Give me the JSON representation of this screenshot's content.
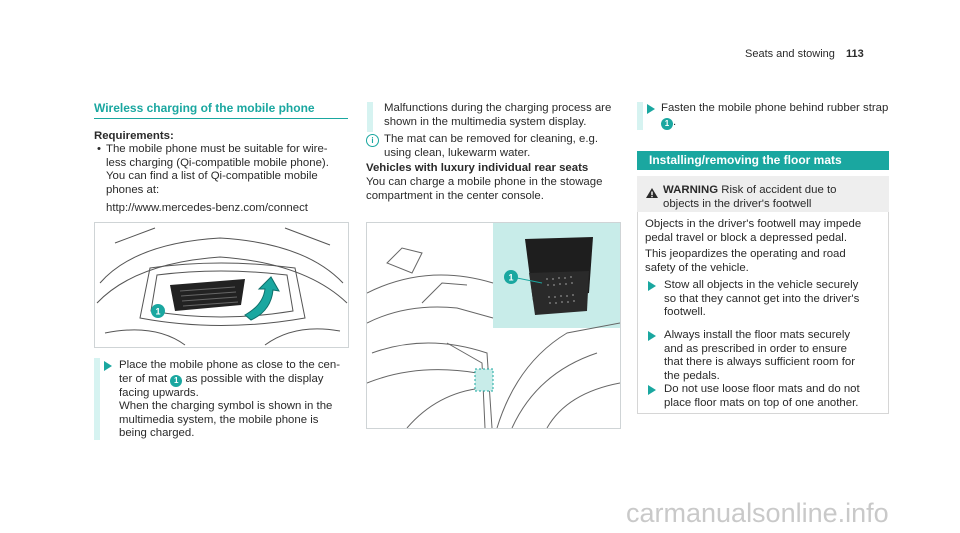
{
  "header": {
    "section": "Seats and stowing",
    "page": "113"
  },
  "col1": {
    "heading": "Wireless charging of the mobile phone",
    "req_title": "Requirements:",
    "req_bullet1": "The mobile phone must be suitable for wire-",
    "req_bullet1b": "less charging (Qi-compatible mobile phone).",
    "req_bullet1c": "You can find a list of Qi-compatible mobile",
    "req_bullet1d": "phones at:",
    "url": "http://www.mercedes-benz.com/connect",
    "step1_l1": "Place the mobile phone as close to the cen-",
    "step1_l2a": "ter of mat ",
    "step1_l2b": " as possible with the display",
    "step1_l3": "facing upwards.",
    "step1_l4": "When the charging symbol is shown in the",
    "step1_l5": "multimedia system, the mobile phone is",
    "step1_l6": "being charged.",
    "callout": "1"
  },
  "col2": {
    "malf_l1": "Malfunctions during the charging process are",
    "malf_l2": "shown in the multimedia system display.",
    "note_l1": "The mat can be removed for cleaning, e.g.",
    "note_l2": "using clean, lukewarm water.",
    "lux_title": "Vehicles with luxury individual rear seats",
    "lux_l1": "You can charge a mobile phone in the stowage",
    "lux_l2": "compartment in the center console.",
    "callout": "1"
  },
  "col3": {
    "fasten_l1": "Fasten the mobile phone behind rubber strap",
    "fasten_l2": ".",
    "callout": "1",
    "banner": "Installing/removing the floor mats",
    "warn_label": "WARNING",
    "warn_l1": " Risk of accident due to",
    "warn_l2": "objects in the driver's footwell",
    "body_l1": "Objects in the driver's footwell may impede",
    "body_l2": "pedal travel or block a depressed pedal.",
    "body_l3": "This jeopardizes the operating and road",
    "body_l4": "safety of the vehicle.",
    "s1_l1": "Stow all objects in the vehicle securely",
    "s1_l2": "so that they cannot get into the driver's",
    "s1_l3": "footwell.",
    "s2_l1": "Always install the floor mats securely",
    "s2_l2": "and as prescribed in order to ensure",
    "s2_l3": "that there is always sufficient room for",
    "s2_l4": "the pedals.",
    "s3_l1": "Do not use loose floor mats and do not",
    "s3_l2": "place floor mats on top of one another."
  },
  "footer": {
    "watermark": "carmanualsonline.info"
  },
  "colors": {
    "accent": "#1aa7a0",
    "light_accent": "#d6f3f1"
  }
}
